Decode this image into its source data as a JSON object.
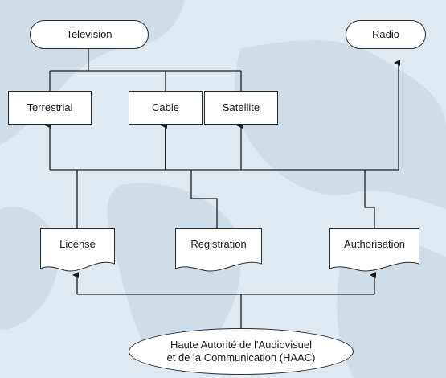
{
  "nodes": {
    "television": "Television",
    "radio": "Radio",
    "terrestrial": "Terrestrial",
    "cable": "Cable",
    "satellite": "Satellite",
    "license": "License",
    "registration": "Registration",
    "authorisation": "Authorisation",
    "haac_line1": "Haute Autorité de l'Audiovisuel",
    "haac_line2": "et de la Communication (HAAC)"
  },
  "colors": {
    "background": "#dfe9f1",
    "land": "#c9d9e6",
    "line": "#1e1e1e",
    "node_fill": "#ffffff"
  }
}
